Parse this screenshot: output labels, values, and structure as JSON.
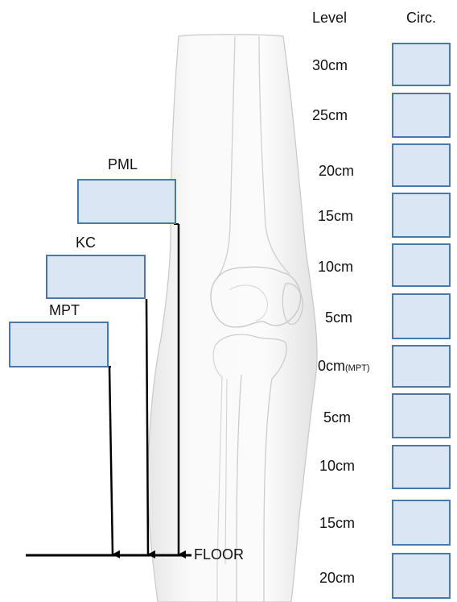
{
  "headers": {
    "level": "Level",
    "circ": "Circ."
  },
  "levels": [
    {
      "main": "30cm",
      "sub": ""
    },
    {
      "main": "25cm",
      "sub": ""
    },
    {
      "main": "20cm",
      "sub": ""
    },
    {
      "main": "15cm",
      "sub": ""
    },
    {
      "main": "10cm",
      "sub": ""
    },
    {
      "main": "5cm",
      "sub": ""
    },
    {
      "main": "0cm",
      "sub": "(MPT)"
    },
    {
      "main": "5cm",
      "sub": ""
    },
    {
      "main": "10cm",
      "sub": ""
    },
    {
      "main": "15cm",
      "sub": ""
    },
    {
      "main": "20cm",
      "sub": ""
    }
  ],
  "height_fields": [
    {
      "label": "PML"
    },
    {
      "label": "KC"
    },
    {
      "label": "MPT"
    }
  ],
  "floor_label": "FLOOR",
  "colors": {
    "box_fill": "#dbe6f5",
    "box_border": "#4a78ab",
    "leg_outline": "#c8c8c8"
  }
}
